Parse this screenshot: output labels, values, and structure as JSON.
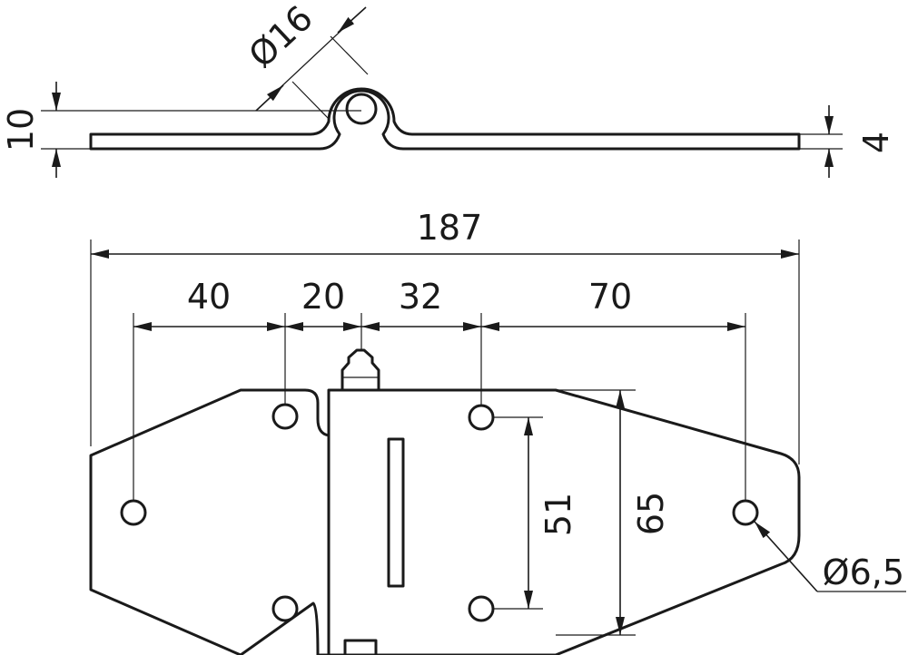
{
  "dimensions": {
    "pin_diameter": "Ø16",
    "pin_height": "10",
    "plate_thickness": "4",
    "overall_length": "187",
    "hole_pitch_left": "40",
    "hole_pitch_center_left": "20",
    "hole_pitch_center_right": "32",
    "hole_pitch_right": "70",
    "hole_spacing_vertical": "51",
    "plate_width": "65",
    "hole_diameter": "Ø6,5"
  },
  "colors": {
    "line": "#1a1a1a",
    "background": "#ffffff"
  }
}
